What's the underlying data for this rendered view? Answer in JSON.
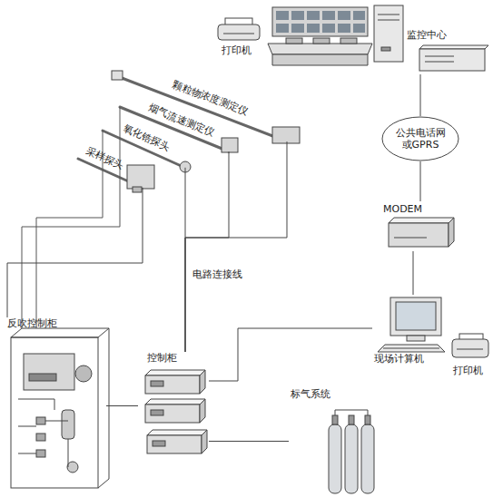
{
  "diagram": {
    "nodes": [
      {
        "text": [
          "监控中心"
        ]
      },
      {
        "text": [
          "打印机"
        ]
      },
      {
        "text": [
          "公共电话网 或GPRS"
        ]
      },
      {
        "text": [
          "MODEM"
        ]
      },
      {
        "text": [
          "现场计算机"
        ]
      },
      {
        "text": [
          "打印机"
        ]
      },
      {
        "text": [
          "控制柜"
        ]
      },
      {
        "text": [
          "反吹控制柜"
        ]
      },
      {
        "text": [
          "标气系统"
        ]
      },
      {
        "text": [
          "颗粒物浓度测定仪"
        ]
      },
      {
        "text": [
          "烟气流速测定仪"
        ]
      },
      {
        "text": [
          "氧化锆探头"
        ]
      },
      {
        "text": [
          "采样探头"
        ]
      }
    ],
    "edges": [
      {
        "from": 0,
        "to": 2,
        "arrow": "none"
      },
      {
        "from": 2,
        "to": 3,
        "arrow": "none"
      },
      {
        "from": 3,
        "to": 4,
        "arrow": "none"
      },
      {
        "from": 4,
        "to": 5,
        "arrow": "none"
      },
      {
        "from": 4,
        "to": 6,
        "arrow": "none"
      },
      {
        "from": 6,
        "to": 8,
        "arrow": "none"
      },
      {
        "from": 6,
        "to": 7,
        "arrow": "none"
      },
      {
        "from": 6,
        "to": 9,
        "arrow": "none"
      },
      {
        "from": 6,
        "to": 10,
        "arrow": "none"
      },
      {
        "from": 6,
        "to": 11,
        "label": "电路连接线",
        "arrow": "none"
      },
      {
        "from": 7,
        "to": 12,
        "arrow": "none"
      }
    ]
  }
}
